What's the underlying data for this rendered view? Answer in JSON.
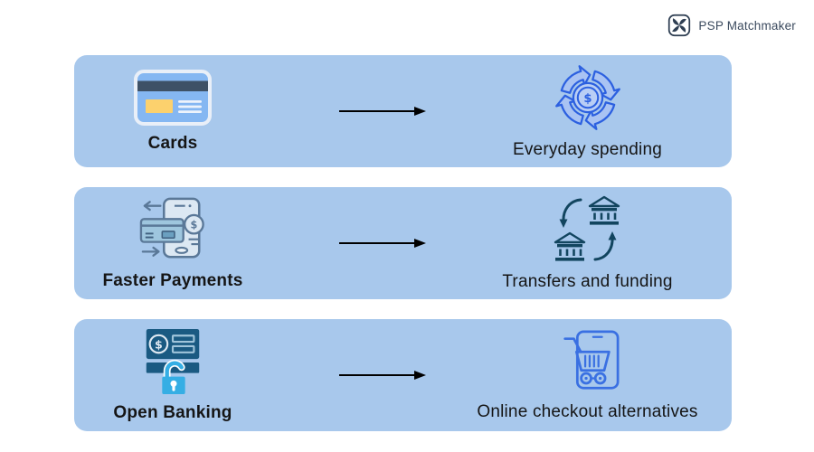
{
  "brand": {
    "name": "PSP Matchmaker",
    "icon": "pinwheel-logo-icon"
  },
  "colors": {
    "band_background": "#a8c8ec",
    "arrow": "#000000",
    "label_text": "#151515",
    "brand_text": "#3b4a5e",
    "card_blue": "#85b7f2",
    "card_stripe_navy": "#3e5166",
    "card_yellow": "#fcd16d",
    "cycle_blue": "#2c60e0",
    "phone_outline": "#5a7898",
    "bank_navy": "#12455f",
    "open_banking_dark": "#1a5a82",
    "open_banking_light": "#35aee4",
    "cart_blue": "#3a70e2"
  },
  "rows": [
    {
      "method": {
        "label": "Cards",
        "icon": "credit-card-icon"
      },
      "use_case": {
        "label": "Everyday spending",
        "icon": "money-cycle-icon"
      }
    },
    {
      "method": {
        "label": "Faster Payments",
        "icon": "phone-payment-icon"
      },
      "use_case": {
        "label": "Transfers and funding",
        "icon": "bank-transfer-icon"
      }
    },
    {
      "method": {
        "label": "Open Banking",
        "icon": "open-banking-lock-icon"
      },
      "use_case": {
        "label": "Online checkout alternatives",
        "icon": "shopping-cart-icon"
      }
    }
  ]
}
